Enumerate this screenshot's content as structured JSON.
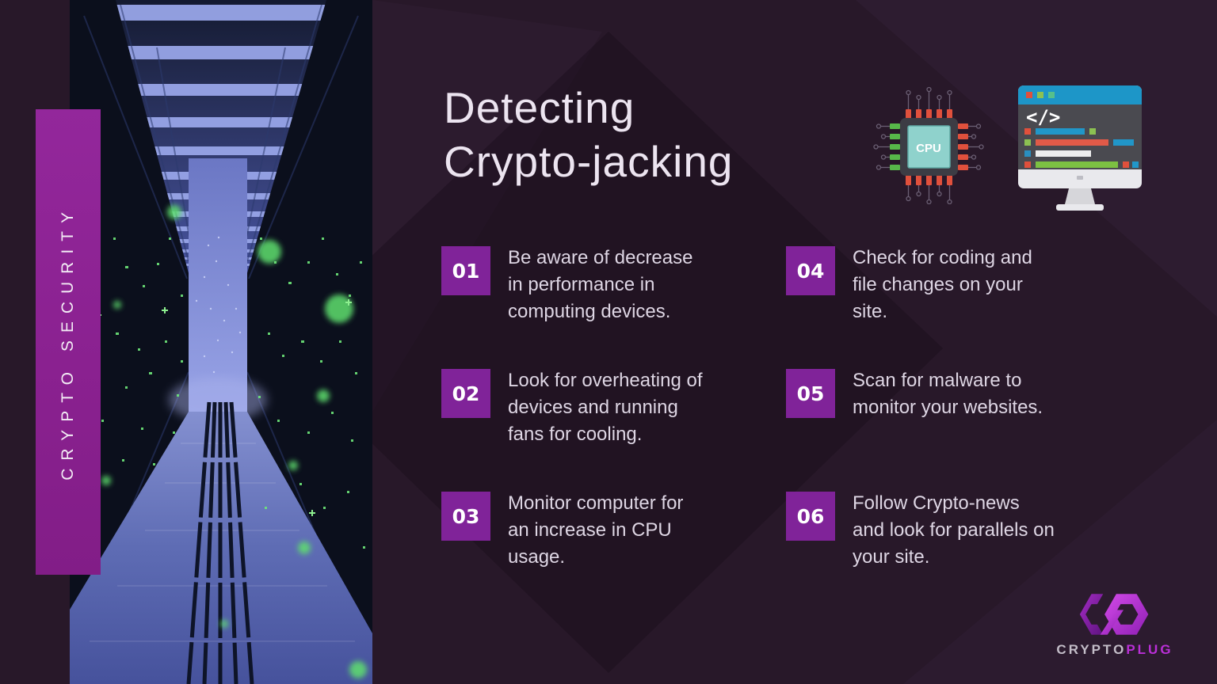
{
  "slide": {
    "sidebar_label": "CRYPTO SECURITY",
    "title_line1": "Detecting",
    "title_line2": "Crypto-jacking",
    "items": [
      {
        "number": "01",
        "lines": [
          "Be aware of decrease",
          "in performance in",
          "computing devices."
        ]
      },
      {
        "number": "02",
        "lines": [
          "Look for overheating of",
          "devices and running",
          "fans for cooling."
        ]
      },
      {
        "number": "03",
        "lines": [
          "Monitor computer for",
          "an increase in CPU",
          "usage."
        ]
      },
      {
        "number": "04",
        "lines": [
          "Check for coding and",
          "file changes on your",
          "site."
        ]
      },
      {
        "number": "05",
        "lines": [
          "Scan for malware to",
          "monitor your websites."
        ]
      },
      {
        "number": "06",
        "lines": [
          "Follow Crypto-news",
          "and look for parallels on",
          "your site."
        ]
      }
    ],
    "cpu_icon_label": "CPU",
    "monitor_code_glyph": "</>",
    "logo": {
      "text_gray": "CRYPTO",
      "text_purple": "PLUG"
    },
    "colors": {
      "background": "#281829",
      "badge_purple": "#802399",
      "banner_purple": "#8e2496",
      "title_text": "#ece4f0",
      "body_text": "#ded6e4",
      "cpu_screen_teal": "#8fd2cc",
      "monitor_bar_blue": "#1d96c8",
      "logo_purple": "#b92fd6",
      "photo_green": "#6ee87a"
    }
  }
}
